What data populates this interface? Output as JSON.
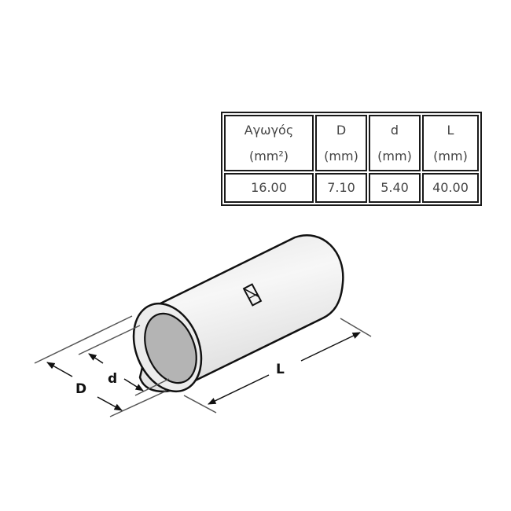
{
  "table": {
    "headers": [
      {
        "line1": "Αγωγός",
        "line2": "(mm²)"
      },
      {
        "line1": "D",
        "line2": "(mm)"
      },
      {
        "line1": "d",
        "line2": "(mm)"
      },
      {
        "line1": "L",
        "line2": "(mm)"
      }
    ],
    "rows": [
      [
        "16.00",
        "7.10",
        "5.40",
        "40.00"
      ]
    ]
  },
  "diagram": {
    "labels": {
      "outer_diameter": "D",
      "inner_diameter": "d",
      "length": "L"
    },
    "colors": {
      "body": "#ececec",
      "bore": "#b4b4b4",
      "outline": "#111111",
      "dimension_line": "#555555"
    }
  }
}
